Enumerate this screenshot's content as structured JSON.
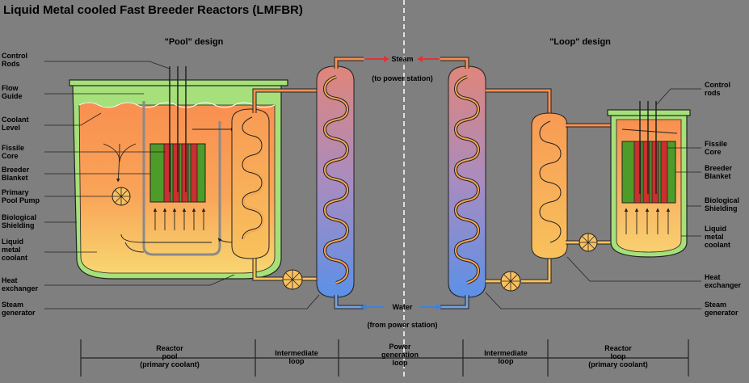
{
  "title": "Liquid Metal cooled Fast Breeder Reactors (LMFBR)",
  "pool_heading": "\"Pool\" design",
  "loop_heading": "\"Loop\" design",
  "pool_labels": {
    "control_rods": [
      "Control",
      "Rods"
    ],
    "flow_guide": [
      "Flow",
      "Guide"
    ],
    "coolant_level": [
      "Coolant",
      "Level"
    ],
    "fissile_core": [
      "Fissile",
      "Core"
    ],
    "breeder_blanket": [
      "Breeder",
      "Blanket"
    ],
    "primary_pump": [
      "Primary",
      "Pool Pump"
    ],
    "biological_shielding": [
      "Biological",
      "Shielding"
    ],
    "liquid_metal_coolant": [
      "Liquid",
      "metal",
      "coolant"
    ],
    "heat_exchanger": [
      "Heat",
      "exchanger"
    ],
    "steam_generator": [
      "Steam",
      "generator"
    ]
  },
  "loop_labels": {
    "control_rods": [
      "Control",
      "rods"
    ],
    "fissile_core": [
      "Fissile",
      "Core"
    ],
    "breeder_blanket": [
      "Breeder",
      "Blanket"
    ],
    "biological_shielding": [
      "Biological",
      "Shielding"
    ],
    "liquid_metal_coolant": [
      "Liquid",
      "metal",
      "coolant"
    ],
    "heat_exchanger": [
      "Heat",
      "exchanger"
    ],
    "steam_generator": [
      "Steam",
      "generator"
    ]
  },
  "center_labels": {
    "steam": "Steam",
    "steam_sub": "(to power station)",
    "water": "Water",
    "water_sub": "(from power station)"
  },
  "bottom_sections": [
    {
      "lines": [
        "Reactor",
        "pool",
        "(primary coolant)"
      ]
    },
    {
      "lines": [
        "Intermediate",
        "loop"
      ]
    },
    {
      "lines": [
        "Power",
        "generation",
        "loop"
      ]
    },
    {
      "lines": [
        "Intermediate",
        "loop"
      ]
    },
    {
      "lines": [
        "Reactor",
        "loop",
        "(primary coolant)"
      ]
    }
  ],
  "colors": {
    "background": "#7f7f7f",
    "coolant_hot": "#f98f50",
    "coolant_warm": "#f8c060",
    "vessel_green": "#a6e07a",
    "core_red": "#c9302f",
    "blanket_green": "#4d9b28",
    "steam_red": "#e0323a",
    "water_blue": "#3a82e0",
    "pipe_orange": "#f6a452",
    "shield_edge": "#90c870"
  }
}
